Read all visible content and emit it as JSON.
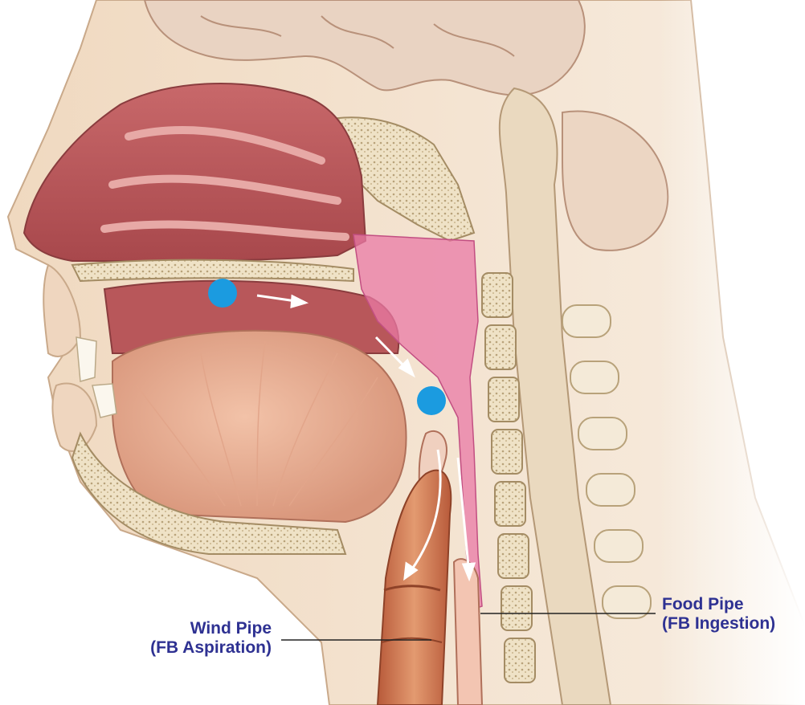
{
  "labels": {
    "wind_pipe": {
      "title": "Wind Pipe",
      "subtitle": "(FB Aspiration)"
    },
    "food_pipe": {
      "title": "Food Pipe",
      "subtitle": "(FB Ingestion)"
    }
  },
  "colors": {
    "label_text": "#2e3192",
    "marker_dot": "#1b9be0",
    "highlight_pink": "#e97aa6",
    "flow_arrow": "#ffffff",
    "leader_line": "#222222"
  }
}
